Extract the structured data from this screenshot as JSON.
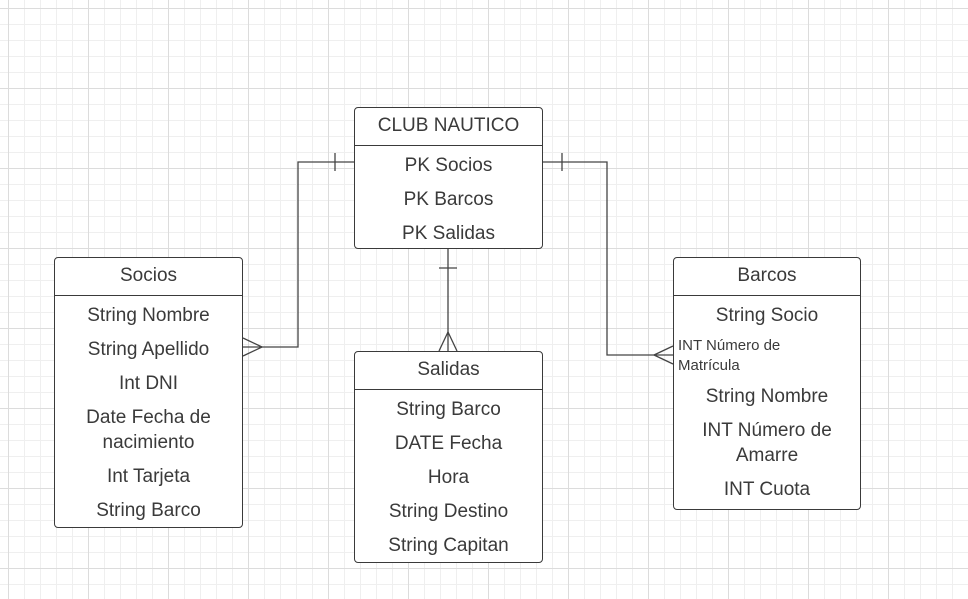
{
  "entities": {
    "club": {
      "title": "CLUB NAUTICO",
      "fields": [
        "PK Socios",
        "PK Barcos",
        "PK Salidas"
      ]
    },
    "socios": {
      "title": "Socios",
      "fields": [
        "String Nombre",
        "String Apellido",
        "Int DNI",
        "Date Fecha de nacimiento",
        "Int Tarjeta",
        "String Barco"
      ]
    },
    "salidas": {
      "title": "Salidas",
      "fields": [
        "String Barco",
        "DATE Fecha",
        "Hora",
        "String Destino",
        "String Capitan"
      ]
    },
    "barcos": {
      "title": "Barcos",
      "fields": [
        "String Socio",
        "INT Número de Matrícula",
        "String Nombre",
        "INT Número de Amarre",
        "INT Cuota"
      ]
    }
  },
  "relationships": [
    {
      "from": "club",
      "to": "socios",
      "from_cardinality": "one",
      "to_cardinality": "many"
    },
    {
      "from": "club",
      "to": "barcos",
      "from_cardinality": "one",
      "to_cardinality": "many"
    },
    {
      "from": "club",
      "to": "salidas",
      "from_cardinality": "one",
      "to_cardinality": "many"
    }
  ],
  "colors": {
    "line": "#444444",
    "border": "#3a3a3a",
    "text": "#3a3a3a",
    "grid": "#dcdcdc"
  }
}
